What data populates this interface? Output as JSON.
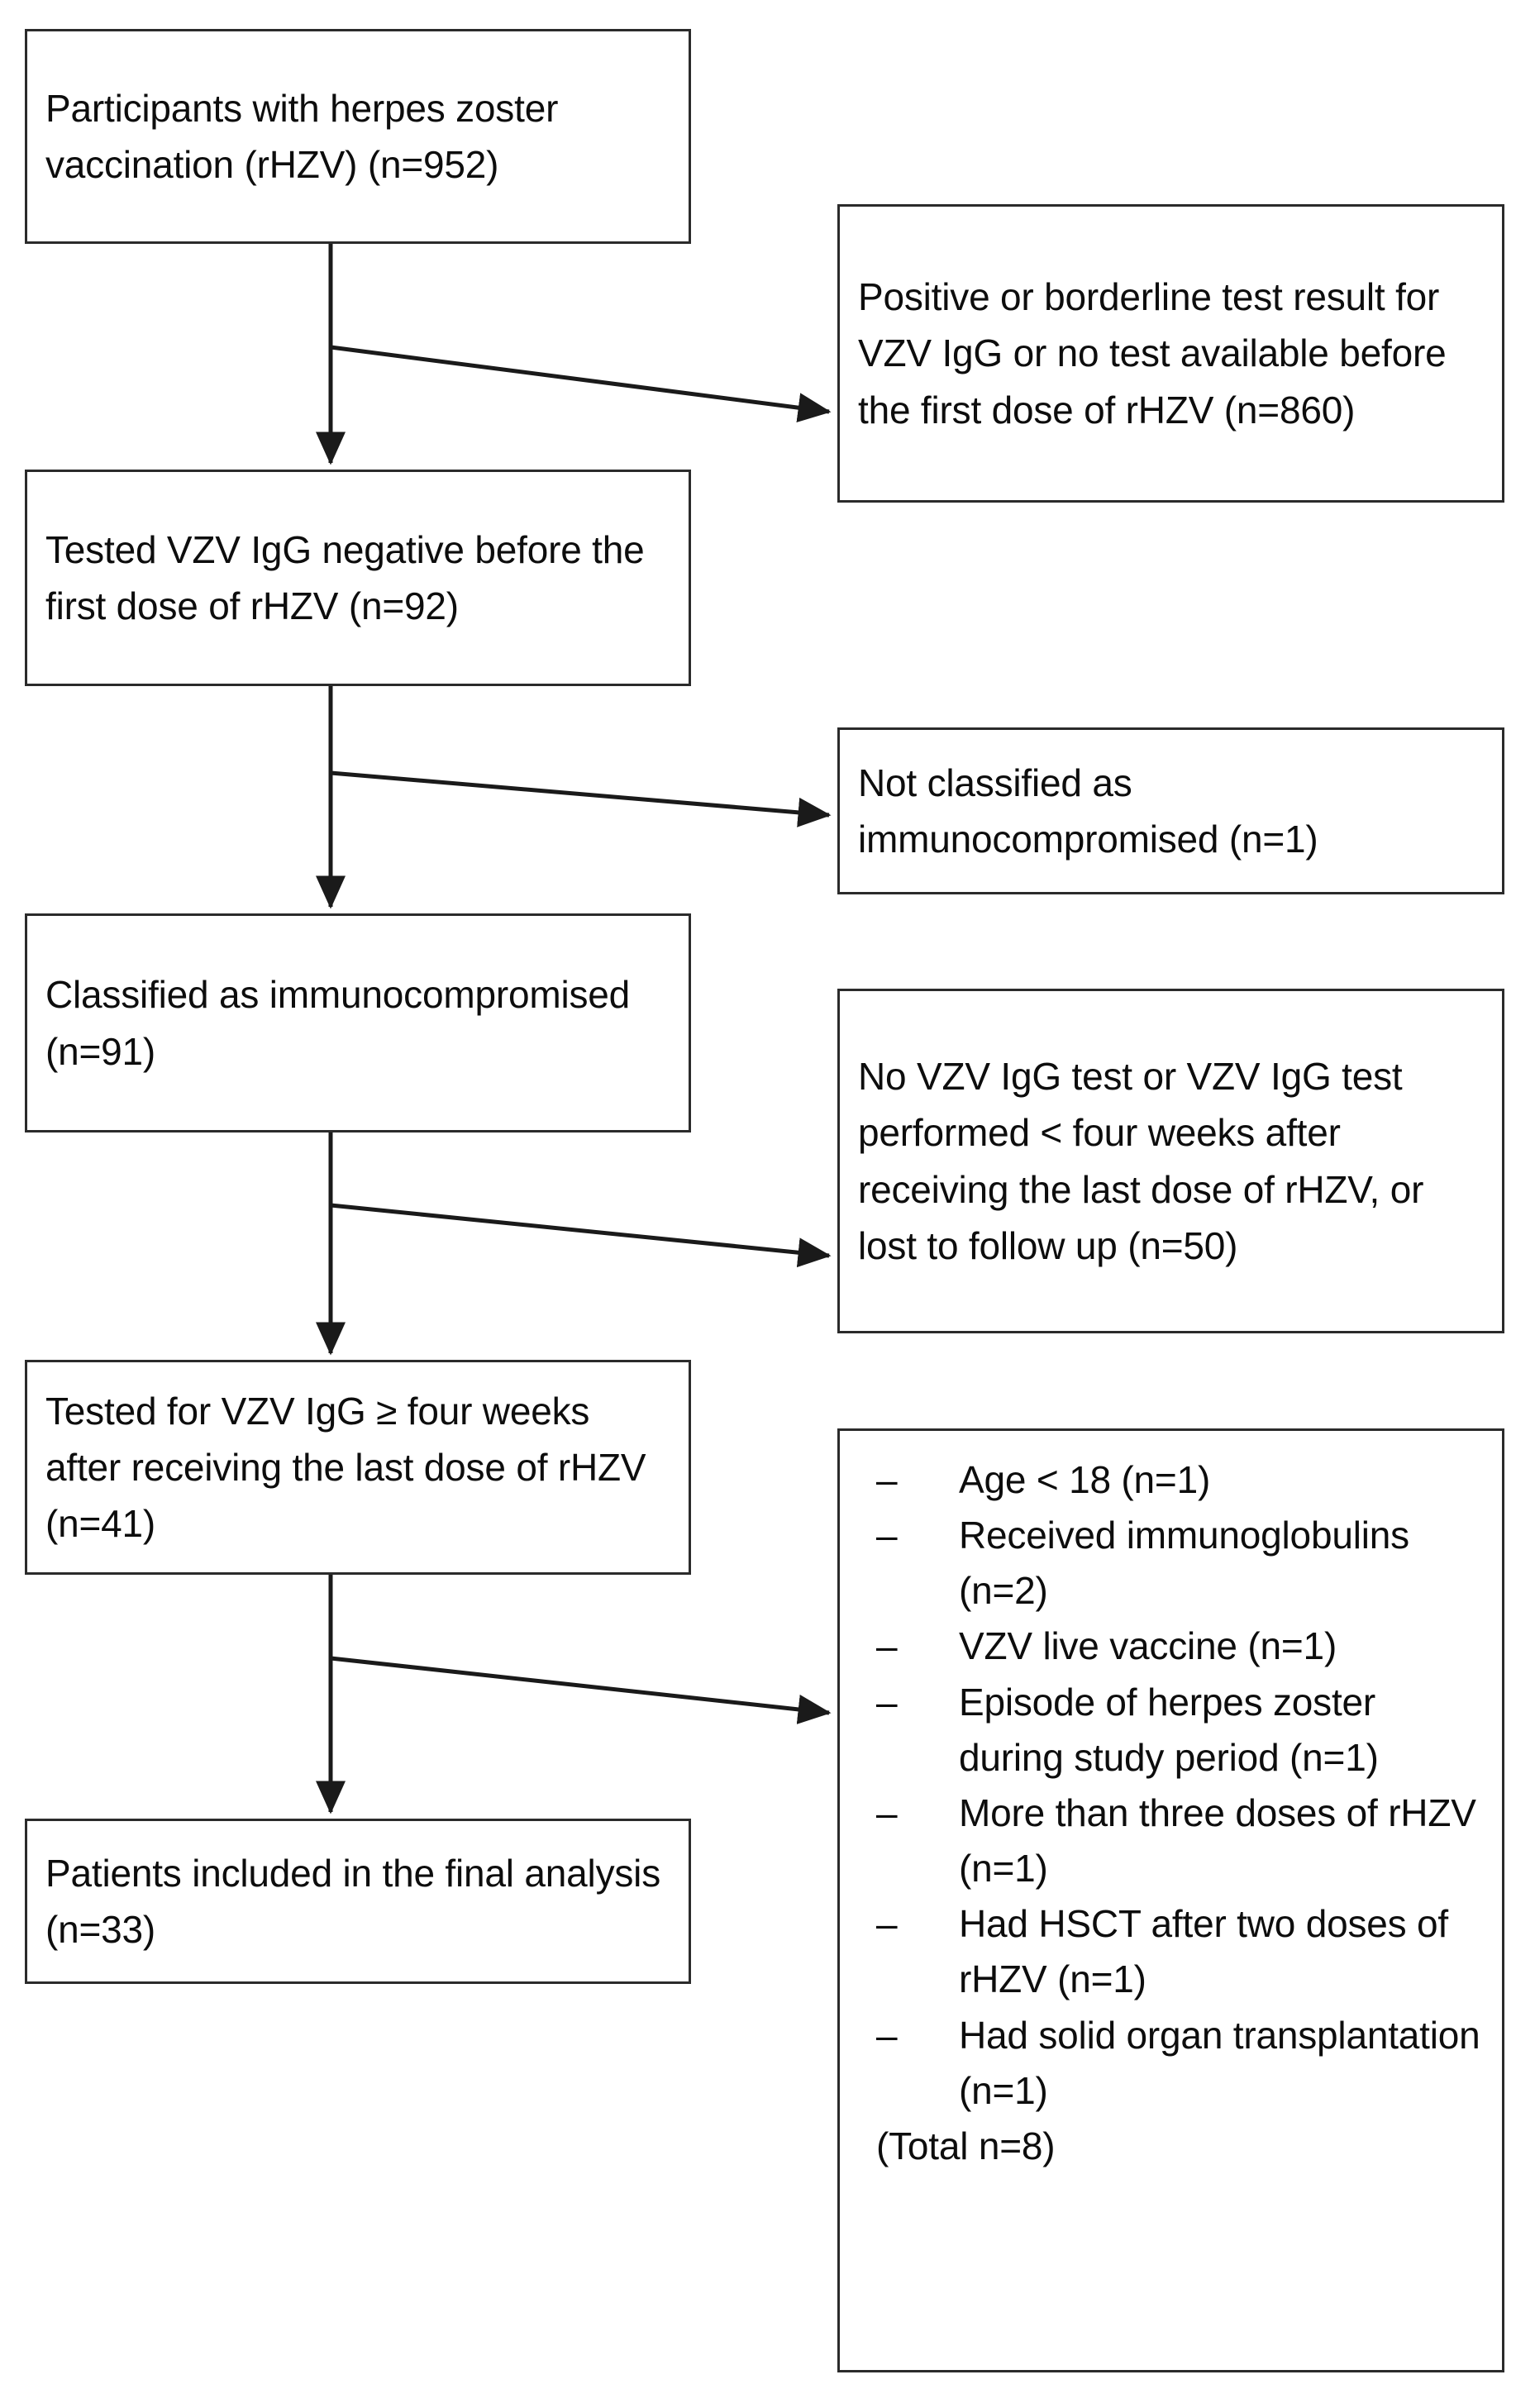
{
  "diagram": {
    "type": "flowchart",
    "orientation": "vertical-with-side-exclusions",
    "main_nodes": [
      {
        "id": "n1",
        "text": "Participants with herpes zoster vaccination (rHZV) (n=952)",
        "count": 952
      },
      {
        "id": "n2",
        "text": "Tested VZV IgG negative before the first dose of rHZV (n=92)",
        "count": 92
      },
      {
        "id": "n3",
        "text": "Classified as immunocompromised (n=91)",
        "count": 91
      },
      {
        "id": "n4",
        "text": "Tested for VZV IgG ≥ four weeks after receiving the last dose of rHZV (n=41)",
        "count": 41
      },
      {
        "id": "n5",
        "text": "Patients included in the final analysis (n=33)",
        "count": 33
      }
    ],
    "exclusion_nodes": [
      {
        "id": "e1",
        "text": "Positive or borderline test result for VZV IgG or no test available before the first dose of rHZV (n=860)",
        "count": 860
      },
      {
        "id": "e2",
        "text": "Not classified as immunocompromised (n=1)",
        "count": 1
      },
      {
        "id": "e3",
        "text": "No VZV IgG test or VZV IgG test performed < four weeks after receiving the last dose of rHZV, or lost to follow up (n=50)",
        "count": 50
      }
    ],
    "exclusion_list": {
      "id": "e4",
      "marker": "–",
      "items": [
        {
          "text": "Age < 18 (n=1)",
          "count": 1
        },
        {
          "text": "Received immunoglobulins (n=2)",
          "count": 2
        },
        {
          "text": "VZV live vaccine (n=1)",
          "count": 1
        },
        {
          "text": "Episode of herpes zoster during study period (n=1)",
          "count": 1
        },
        {
          "text": "More than three doses of rHZV (n=1)",
          "count": 1
        },
        {
          "text": "Had HSCT after two doses of rHZV (n=1)",
          "count": 1
        },
        {
          "text": "Had solid organ transplantation (n=1)",
          "count": 1
        }
      ],
      "total": "(Total n=8)"
    },
    "colors": {
      "border": "#2b2b2b",
      "text": "#0d0d0d",
      "background": "#ffffff",
      "connector": "#1a1a1a"
    }
  }
}
